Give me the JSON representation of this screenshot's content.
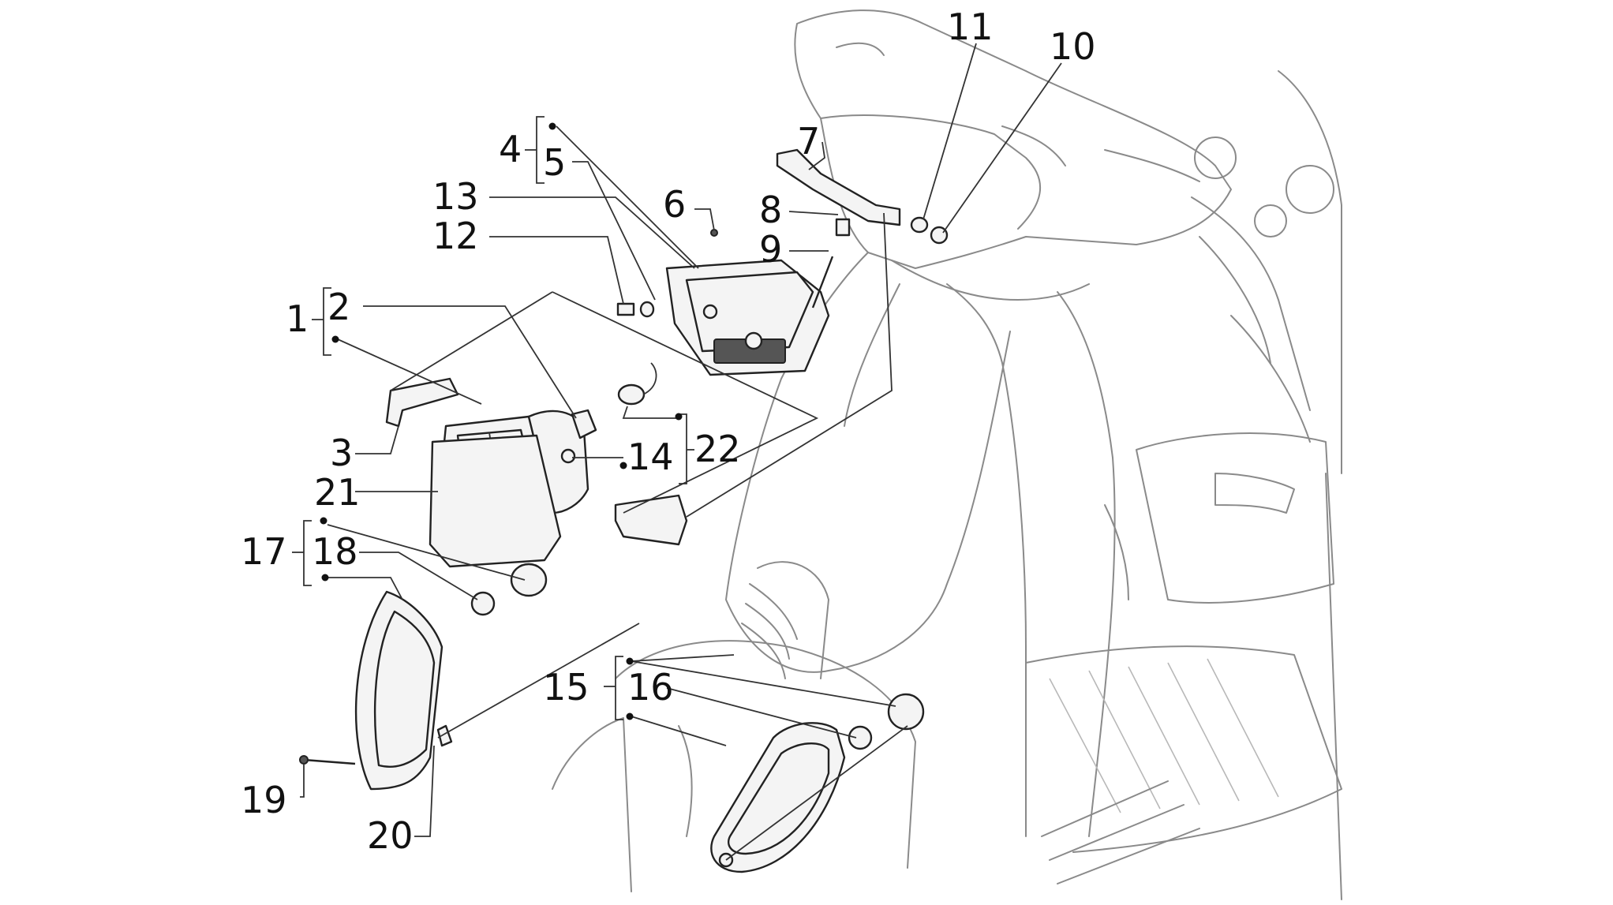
{
  "callouts": [
    {
      "id": "c1",
      "text": "1"
    },
    {
      "id": "c2",
      "text": "2"
    },
    {
      "id": "c3",
      "text": "3"
    },
    {
      "id": "c4",
      "text": "4"
    },
    {
      "id": "c5",
      "text": "5"
    },
    {
      "id": "c6",
      "text": "6"
    },
    {
      "id": "c7",
      "text": "7"
    },
    {
      "id": "c8",
      "text": "8"
    },
    {
      "id": "c9",
      "text": "9"
    },
    {
      "id": "c10",
      "text": "10"
    },
    {
      "id": "c11",
      "text": "11"
    },
    {
      "id": "c12",
      "text": "12"
    },
    {
      "id": "c13",
      "text": "13"
    },
    {
      "id": "c14",
      "text": "14"
    },
    {
      "id": "c15",
      "text": "15"
    },
    {
      "id": "c16",
      "text": "16"
    },
    {
      "id": "c17",
      "text": "17"
    },
    {
      "id": "c18",
      "text": "18"
    },
    {
      "id": "c19",
      "text": "19"
    },
    {
      "id": "c20",
      "text": "20"
    },
    {
      "id": "c21",
      "text": "21"
    },
    {
      "id": "c22",
      "text": "22"
    }
  ]
}
